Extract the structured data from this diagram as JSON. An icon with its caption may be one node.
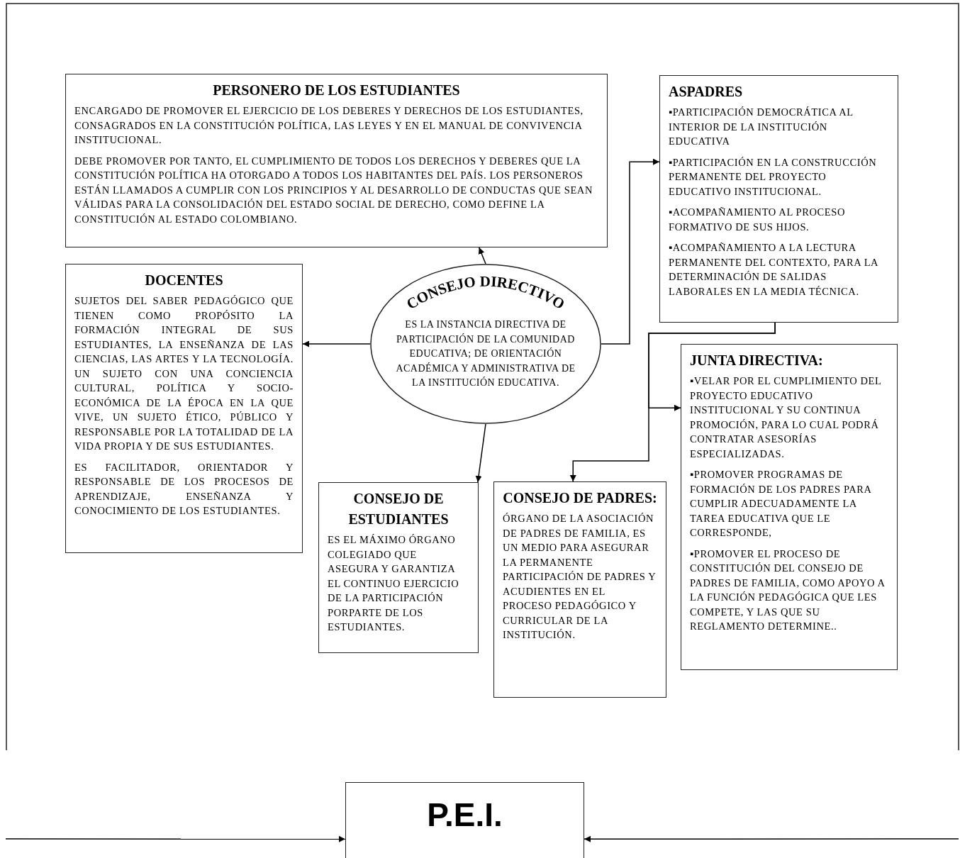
{
  "diagram": {
    "nodes": [
      {
        "text": [
          "PERSONERO DE LOS ESTUDIANTES",
          "ENCARGADO DE PROMOVER EL EJERCICIO DE LOS DEBERES Y DERECHOS DE LOS ESTUDIANTES, CONSAGRADOS EN LA CONSTITUCIÓN POLÍTICA, LAS LEYES Y EN EL MANUAL DE CONVIVENCIA INSTITUCIONAL.",
          "DEBE PROMOVER POR TANTO, EL CUMPLIMIENTO DE TODOS LOS DERECHOS Y DEBERES QUE LA CONSTITUCIÓN POLÍTICA HA OTORGADO A TODOS LOS HABITANTES DEL PAÍS. LOS PERSONEROS ESTÁN LLAMADOS A CUMPLIR CON LOS PRINCIPIOS Y AL DESARROLLO DE CONDUCTAS QUE SEAN VÁLIDAS PARA LA CONSOLIDACIÓN DEL ESTADO SOCIAL DE DERECHO, COMO DEFINE LA CONSTITUCIÓN AL ESTADO COLOMBIANO."
        ]
      },
      {
        "text": [
          "ASPADRES",
          "▪PARTICIPACIÓN DEMOCRÁTICA AL INTERIOR DE LA INSTITUCIÓN EDUCATIVA",
          "▪PARTICIPACIÓN EN LA CONSTRUCCIÓN PERMANENTE DEL PROYECTO EDUCATIVO INSTITUCIONAL.",
          "▪ACOMPAÑAMIENTO AL PROCESO FORMATIVO DE SUS HIJOS.",
          "▪ACOMPAÑAMIENTO A LA LECTURA PERMANENTE DEL CONTEXTO, PARA LA DETERMINACIÓN DE SALIDAS LABORALES EN LA MEDIA TÉCNICA."
        ]
      },
      {
        "text": [
          "DOCENTES",
          "SUJETOS DEL SABER PEDAGÓGICO QUE TIENEN COMO PROPÓSITO LA FORMACIÓN INTEGRAL DE SUS ESTUDIANTES, LA ENSEÑANZA DE LAS CIENCIAS, LAS ARTES Y LA TECNOLOGÍA. UN SUJETO CON UNA CONCIENCIA CULTURAL, POLÍTICA Y SOCIO-ECONÓMICA DE LA ÉPOCA EN LA QUE VIVE, UN SUJETO ÉTICO, PÚBLICO Y RESPONSABLE POR LA TOTALIDAD DE LA VIDA PROPIA Y DE SUS ESTUDIANTES.",
          "ES FACILITADOR, ORIENTADOR Y RESPONSABLE DE LOS PROCESOS DE APRENDIZAJE, ENSEÑANZA Y CONOCIMIENTO DE LOS ESTUDIANTES."
        ]
      },
      {
        "text": [
          "CONSEJO DIRECTIVO",
          "ES LA INSTANCIA DIRECTIVA DE PARTICIPACIÓN DE LA COMUNIDAD EDUCATIVA; DE ORIENTACIÓN ACADÉMICA Y ADMINISTRATIVA DE LA INSTITUCIÓN EDUCATIVA."
        ]
      },
      {
        "text": [
          "JUNTA DIRECTIVA:",
          "▪VELAR POR EL CUMPLIMIENTO DEL PROYECTO EDUCATIVO INSTITUCIONAL Y SU CONTINUA PROMOCIÓN, PARA LO CUAL PODRÁ CONTRATAR ASESORÍAS ESPECIALIZADAS.",
          "▪PROMOVER PROGRAMAS DE FORMACIÓN DE LOS PADRES PARA CUMPLIR ADECUADAMENTE LA TAREA EDUCATIVA QUE LE CORRESPONDE,",
          "▪PROMOVER EL PROCESO DE CONSTITUCIÓN DEL CONSEJO DE PADRES DE FAMILIA, COMO APOYO A LA FUNCIÓN PEDAGÓGICA QUE LES COMPETE, Y LAS QUE SU REGLAMENTO DETERMINE.."
        ]
      },
      {
        "text": [
          "CONSEJO DE ESTUDIANTES",
          "ES EL MÁXIMO ÓRGANO COLEGIADO QUE ASEGURA Y GARANTIZA EL CONTINUO EJERCICIO DE LA PARTICIPACIÓN PORPARTE DE LOS ESTUDIANTES."
        ]
      },
      {
        "text": [
          "CONSEJO DE PADRES:",
          "ÓRGANO DE LA ASOCIACIÓN DE PADRES DE FAMILIA, ES UN MEDIO PARA ASEGURAR LA PERMANENTE PARTICIPACIÓN DE PADRES Y ACUDIENTES EN EL PROCESO PEDAGÓGICO Y CURRICULAR DE LA INSTITUCIÓN."
        ]
      },
      {
        "text": [
          "P.E.I."
        ]
      }
    ],
    "edges": [
      {
        "from": 3,
        "to": 0,
        "arrow": "to"
      },
      {
        "from": 3,
        "to": 1,
        "arrow": "to"
      },
      {
        "from": 3,
        "to": 2,
        "arrow": "to"
      },
      {
        "from": 3,
        "to": 5,
        "arrow": "to"
      },
      {
        "from": 1,
        "to": 4,
        "arrow": "to"
      },
      {
        "from": 1,
        "to": 6,
        "arrow": "to"
      },
      {
        "from": null,
        "to": 7,
        "arrow": "to"
      },
      {
        "from": null,
        "to": 7,
        "arrow": "to"
      }
    ]
  }
}
